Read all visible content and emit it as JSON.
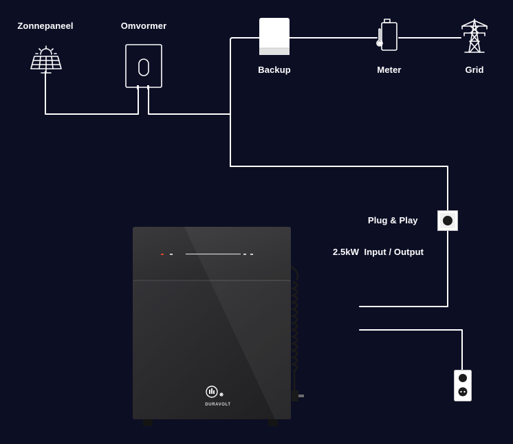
{
  "labels": {
    "solar_panel": "Zonnepaneel",
    "inverter": "Omvormer",
    "backup": "Backup",
    "meter": "Meter",
    "grid": "Grid",
    "plug_and_play": "Plug & Play",
    "io_rating": "2.5kW  Input / Output"
  },
  "device": {
    "brand": "DURAVOLT"
  },
  "colors": {
    "background": "#0c0e24",
    "line": "#ffffff",
    "device_body": "#2a2a2c",
    "indicator_red": "#e0472f"
  },
  "icons": {
    "solar_panel": "solar-panel-icon",
    "inverter": "inverter-icon",
    "backup": "backup-box-icon",
    "meter": "meter-thermometer-icon",
    "grid": "power-pylon-icon",
    "socket": "wall-socket-icon",
    "outlet": "power-outlet-icon"
  }
}
